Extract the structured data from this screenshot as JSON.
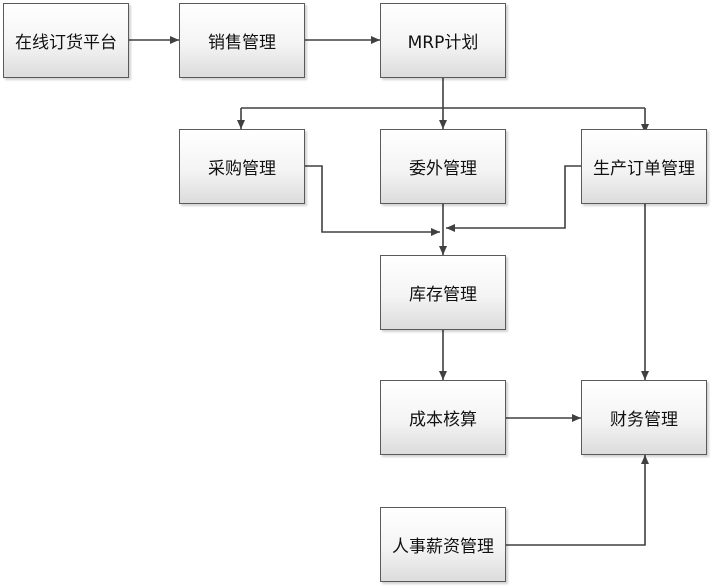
{
  "nodes": {
    "online_ordering": "在线订货平台",
    "sales": "销售管理",
    "mrp": "MRP计划",
    "purchasing": "采购管理",
    "outsourcing": "委外管理",
    "production_order": "生产订单管理",
    "inventory": "库存管理",
    "cost_accounting": "成本核算",
    "finance": "财务管理",
    "hr_payroll": "人事薪资管理"
  },
  "edges": [
    {
      "from": "online_ordering",
      "to": "sales"
    },
    {
      "from": "sales",
      "to": "mrp"
    },
    {
      "from": "mrp",
      "to": "purchasing"
    },
    {
      "from": "mrp",
      "to": "outsourcing"
    },
    {
      "from": "mrp",
      "to": "production_order"
    },
    {
      "from": "purchasing",
      "to": "inventory"
    },
    {
      "from": "outsourcing",
      "to": "inventory"
    },
    {
      "from": "production_order",
      "to": "inventory"
    },
    {
      "from": "production_order",
      "to": "finance"
    },
    {
      "from": "inventory",
      "to": "cost_accounting"
    },
    {
      "from": "cost_accounting",
      "to": "finance"
    },
    {
      "from": "hr_payroll",
      "to": "finance"
    }
  ],
  "colors": {
    "line": "#404040",
    "box_border": "#5a5a5a",
    "text": "#111111"
  }
}
